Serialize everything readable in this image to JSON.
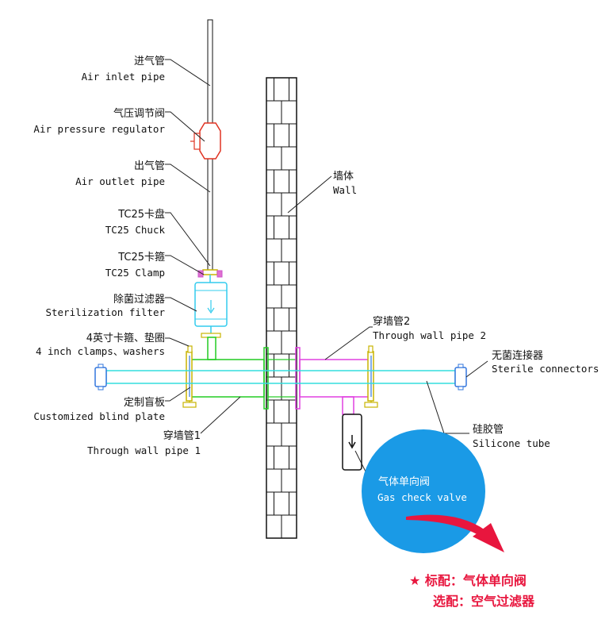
{
  "colors": {
    "wall": "#111111",
    "pipe_green": "#22cc22",
    "pipe_magenta": "#e040e0",
    "silicone_cyan": "#33dddd",
    "filter_cyan": "#33ccee",
    "connector_blue": "#3377dd",
    "regulator_red": "#e03322",
    "clamp_yellow": "#c8b400",
    "bubble_blue": "#1a9ae6",
    "accent_red": "#e8163e"
  },
  "labels": {
    "air_inlet_pipe": {
      "cn": "进气管",
      "en": "Air inlet pipe"
    },
    "air_pressure_regulator": {
      "cn": "气压调节阀",
      "en": "Air pressure regulator"
    },
    "air_outlet_pipe": {
      "cn": "出气管",
      "en": "Air outlet pipe"
    },
    "tc25_chuck": {
      "cn": "TC25卡盘",
      "en": "TC25 Chuck"
    },
    "tc25_clamp": {
      "cn": "TC25卡箍",
      "en": "TC25 Clamp"
    },
    "sterilization_filter": {
      "cn": "除菌过滤器",
      "en": "Sterilization filter"
    },
    "clamps_washers": {
      "cn": "4英寸卡箍、垫圈",
      "en": "4 inch clamps、washers"
    },
    "blind_plate": {
      "cn": "定制盲板",
      "en": "Customized blind plate"
    },
    "through_wall_pipe_1": {
      "cn": "穿墙管1",
      "en": "Through wall pipe 1"
    },
    "wall": {
      "cn": "墙体",
      "en": "Wall"
    },
    "through_wall_pipe_2": {
      "cn": "穿墙管2",
      "en": "Through wall pipe 2"
    },
    "sterile_connectors": {
      "cn": "无菌连接器",
      "en": "Sterile connectors"
    },
    "silicone_tube": {
      "cn": "硅胶管",
      "en": "Silicone tube"
    },
    "gas_check_valve": {
      "cn": "气体单向阀",
      "en": "Gas check valve"
    }
  },
  "note": {
    "line1": "★ 标配：气体单向阀",
    "line2": "选配：空气过滤器"
  },
  "icons": {
    "star": "star-icon",
    "arrow": "curved-arrow-icon",
    "flow": "down-arrow-icon"
  }
}
